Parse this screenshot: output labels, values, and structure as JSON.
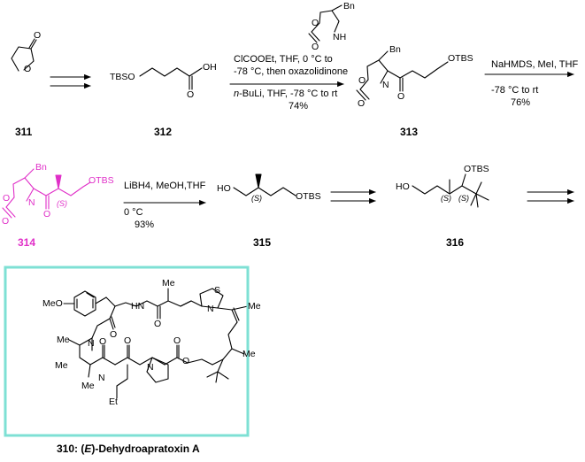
{
  "colors": {
    "highlight": "#e030c8",
    "box": "#7ee0d4",
    "ink": "#000000"
  },
  "compounds": {
    "c311": {
      "number": "311",
      "atoms": {
        "o_ring": "O",
        "o_carbonyl": "O"
      }
    },
    "c312": {
      "number": "312",
      "atoms": {
        "tbso": "TBSO",
        "oh": "OH",
        "o": "O"
      }
    },
    "oxazolidinone": {
      "atoms": {
        "bn": "Bn",
        "nh": "NH",
        "o_ring": "O",
        "o_co": "O"
      }
    },
    "c313": {
      "number": "313",
      "atoms": {
        "bn": "Bn",
        "otbs": "OTBS",
        "n": "N",
        "o_ring": "O",
        "o_co1": "O",
        "o_co2": "O"
      }
    },
    "c314": {
      "number": "314",
      "atoms": {
        "bn": "Bn",
        "otbs": "OTBS",
        "n": "N",
        "o_ring": "O",
        "o_co1": "O",
        "o_co2": "O",
        "stereo": "(S)"
      }
    },
    "c315": {
      "number": "315",
      "atoms": {
        "ho": "HO",
        "otbs": "OTBS",
        "stereo": "(S)"
      }
    },
    "c316": {
      "number": "316",
      "atoms": {
        "ho": "HO",
        "otbs": "OTBS",
        "s1": "(S)",
        "s2": "(S)"
      }
    },
    "c310": {
      "label_num": "310:",
      "label_pre": "(",
      "label_e": "E",
      "label_post": ")-Dehydroapratoxin A",
      "atoms": {
        "meo": "MeO",
        "hn": "HN",
        "s": "S",
        "n_thz": "N",
        "me_top": "Me",
        "me_side": "Me",
        "n_me1": "N",
        "me_n1": "Me",
        "me_ala": "Me",
        "n_me2": "N",
        "me_n2": "Me",
        "n_pro": "N",
        "o1": "O",
        "o2": "O",
        "o3": "O",
        "o4": "O",
        "o5": "O",
        "o6": "O",
        "me_chain": "Me",
        "et": "Et"
      }
    }
  },
  "conditions": {
    "step1": {
      "line1": "ClCOOEt, THF, 0 °C to",
      "line2": "-78 °C, then oxazolidinone",
      "line3_italic": "n",
      "line3_rest": "-BuLi, THF, -78 °C to rt",
      "yield": "74%"
    },
    "step2": {
      "line1": "NaHMDS, MeI, THF",
      "line2": "-78 °C to rt",
      "yield": "76%"
    },
    "step3": {
      "line1": "LiBH4, MeOH,THF",
      "line2": "0 °C",
      "yield": "93%"
    }
  }
}
